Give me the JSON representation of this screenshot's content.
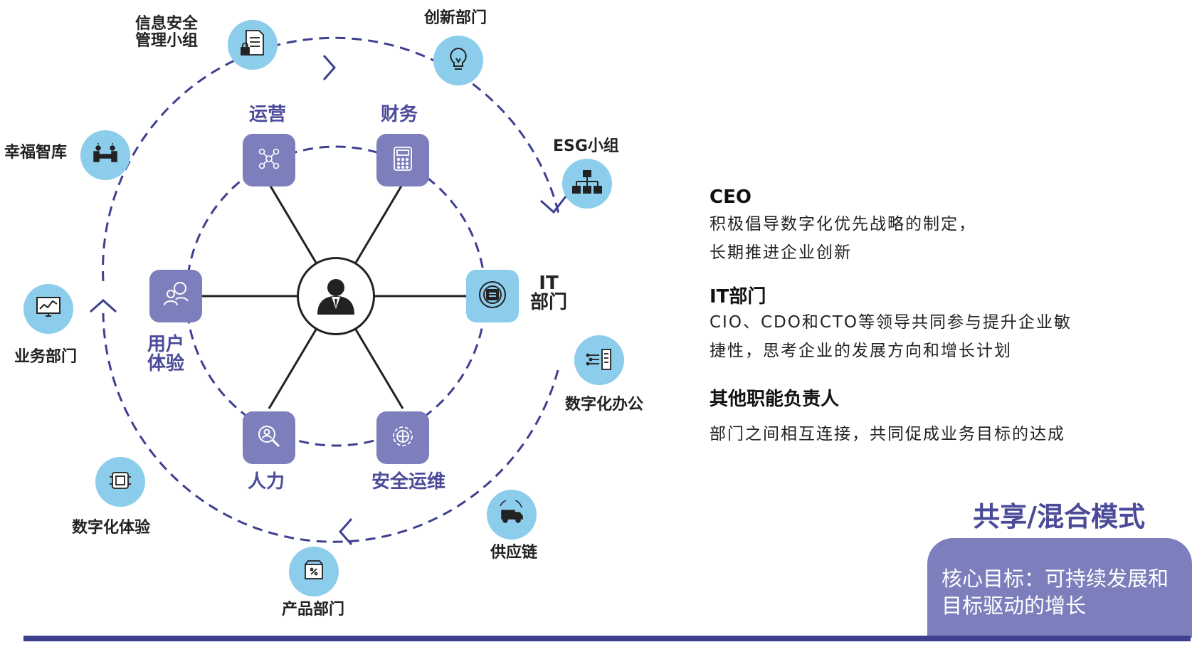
{
  "center": {
    "icon": "business-person-icon"
  },
  "departments": [
    {
      "key": "yunying",
      "label": "运营",
      "icon": "network-people-icon"
    },
    {
      "key": "caiwu",
      "label": "财务",
      "icon": "calculator-icon"
    },
    {
      "key": "it",
      "label_l1": "IT",
      "label_l2": "部门",
      "icon": "globe-network-icon"
    },
    {
      "key": "anquan",
      "label": "安全运维",
      "icon": "gear-globe-icon"
    },
    {
      "key": "renli",
      "label": "人力",
      "icon": "search-person-icon"
    },
    {
      "key": "yonghu",
      "label_l1": "用户",
      "label_l2": "体验",
      "icon": "users-icon"
    }
  ],
  "satellites": [
    {
      "key": "infosec",
      "label_l1": "信息安全",
      "label_l2": "管理小组",
      "icon": "secure-document-icon"
    },
    {
      "key": "innovation",
      "label": "创新部门",
      "icon": "lightbulb-icon"
    },
    {
      "key": "esg",
      "label": "ESG小组",
      "icon": "org-chart-icon"
    },
    {
      "key": "thinktank",
      "label": "幸福智库",
      "icon": "meeting-icon"
    },
    {
      "key": "business",
      "label": "业务部门",
      "icon": "monitor-chart-icon"
    },
    {
      "key": "digital_office",
      "label": "数字化办公",
      "icon": "digital-building-icon"
    },
    {
      "key": "digital_exp",
      "label": "数字化体验",
      "icon": "digital-device-icon"
    },
    {
      "key": "supply",
      "label": "供应链",
      "icon": "truck-icon"
    },
    {
      "key": "product",
      "label": "产品部门",
      "icon": "product-box-icon"
    }
  ],
  "roles": [
    {
      "title": "CEO",
      "lines": [
        "积极倡导数字化优先战略的制定，",
        "长期推进企业创新"
      ]
    },
    {
      "title": "IT部门",
      "lines": [
        "CIO、CDO和CTO等领导共同参与提升企业敏",
        "捷性，思考企业的发展方向和增长计划"
      ]
    },
    {
      "title": "其他职能负责人",
      "lines": [
        "部门之间相互连接，共同促成业务目标的达成"
      ]
    }
  ],
  "mode": {
    "title": "共享/混合模式",
    "goal_l1": "核心目标：可持续发展和",
    "goal_l2": "目标驱动的增长"
  },
  "colors": {
    "primary": "#4b4b9a",
    "square": "#7d7fbd",
    "circle": "#8ccdec",
    "line": "#3e3f91"
  }
}
